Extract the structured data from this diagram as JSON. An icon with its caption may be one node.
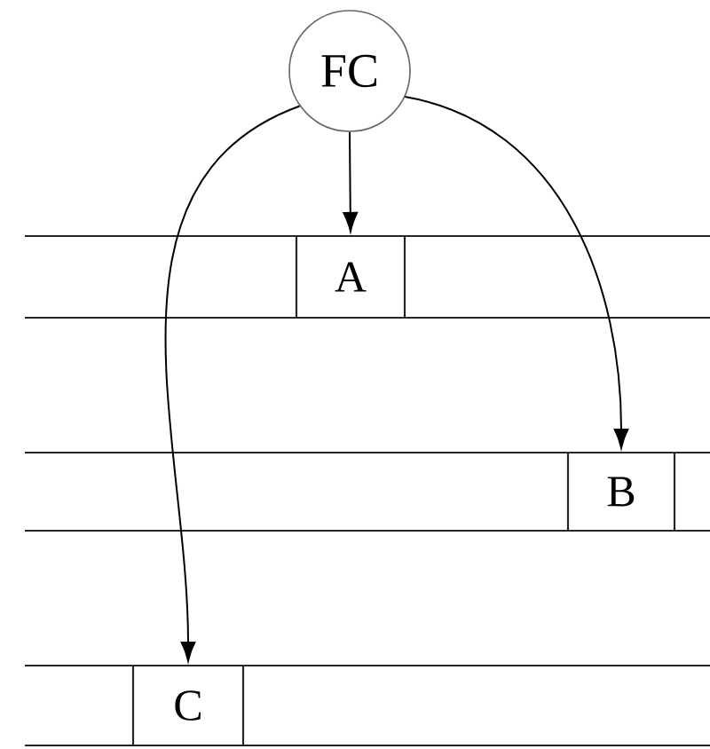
{
  "diagram": {
    "nodes": [
      {
        "text": [
          "FC"
        ]
      },
      {
        "text": [
          "A"
        ]
      },
      {
        "text": [
          "B"
        ]
      },
      {
        "text": [
          "C"
        ]
      }
    ],
    "edges": [
      {
        "from": 0,
        "to": 1,
        "arrow": "to"
      },
      {
        "from": 0,
        "to": 2,
        "arrow": "to"
      },
      {
        "from": 0,
        "to": 3,
        "arrow": "to"
      }
    ]
  }
}
